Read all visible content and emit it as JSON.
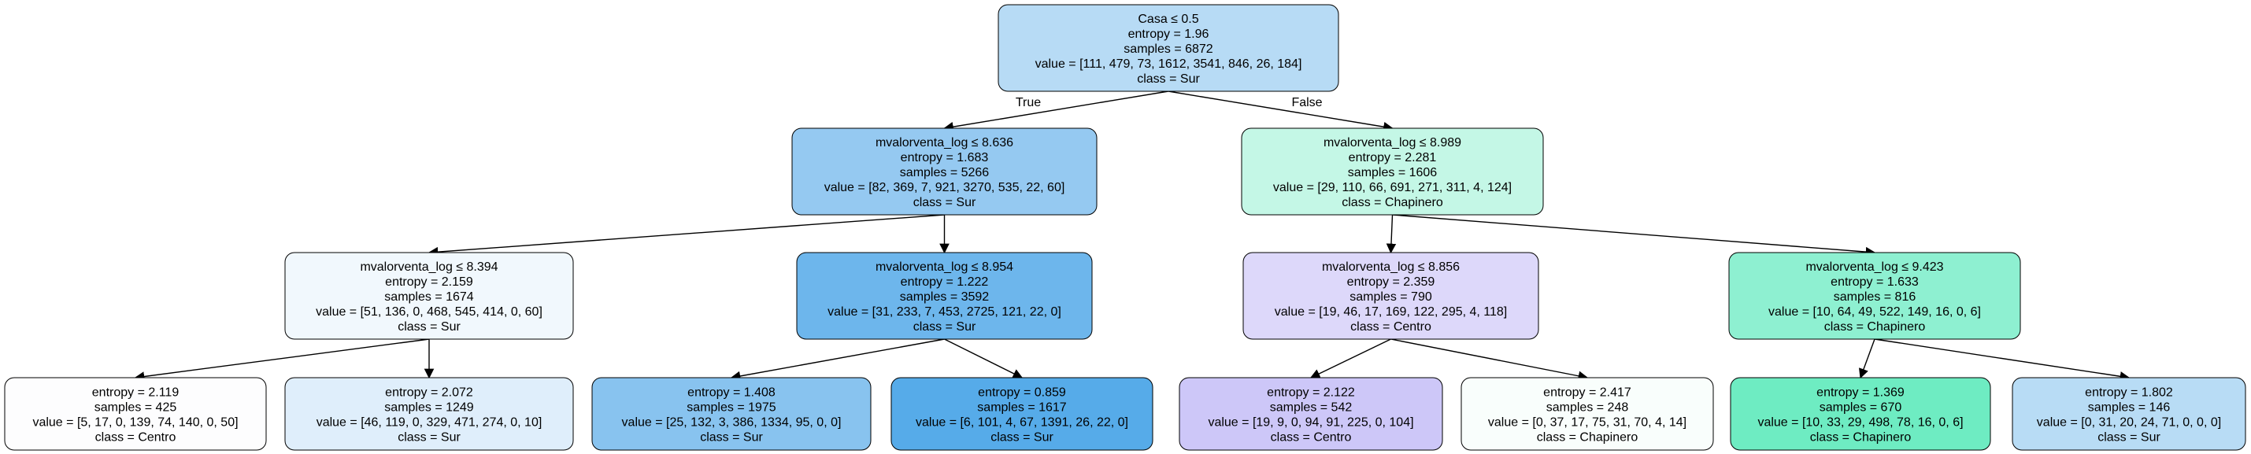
{
  "nodes": [
    {
      "id": "n0",
      "fill": "#b7dbf5",
      "lines": [
        "Casa ≤ 0.5",
        "entropy = 1.96",
        "samples = 6872",
        "value = [111, 479, 73, 1612, 3541, 846, 26, 184]",
        "class = Sur"
      ]
    },
    {
      "id": "n1",
      "fill": "#95c9f1",
      "lines": [
        "mvalorventa_log ≤ 8.636",
        "entropy = 1.683",
        "samples = 5266",
        "value = [82, 369, 7, 921, 3270, 535, 22, 60]",
        "class = Sur"
      ]
    },
    {
      "id": "n2",
      "fill": "#c4f7e6",
      "lines": [
        "mvalorventa_log ≤ 8.989",
        "entropy = 2.281",
        "samples = 1606",
        "value = [29, 110, 66, 691, 271, 311, 4, 124]",
        "class = Chapinero"
      ]
    },
    {
      "id": "n3",
      "fill": "#f1f8fd",
      "lines": [
        "mvalorventa_log ≤ 8.394",
        "entropy = 2.159",
        "samples = 1674",
        "value = [51, 136, 0, 468, 545, 414, 0, 60]",
        "class = Sur"
      ]
    },
    {
      "id": "n4",
      "fill": "#6db6ec",
      "lines": [
        "mvalorventa_log ≤ 8.954",
        "entropy = 1.222",
        "samples = 3592",
        "value = [31, 233, 7, 453, 2725, 121, 22, 0]",
        "class = Sur"
      ]
    },
    {
      "id": "n5",
      "fill": "#ddd8fa",
      "lines": [
        "mvalorventa_log ≤ 8.856",
        "entropy = 2.359",
        "samples = 790",
        "value = [19, 46, 17, 169, 122, 295, 4, 118]",
        "class = Centro"
      ]
    },
    {
      "id": "n6",
      "fill": "#8ef0d1",
      "lines": [
        "mvalorventa_log ≤ 9.423",
        "entropy = 1.633",
        "samples = 816",
        "value = [10, 64, 49, 522, 149, 16, 0, 6]",
        "class = Chapinero"
      ]
    },
    {
      "id": "n7",
      "fill": "#fdfdfe",
      "lines": [
        "entropy = 2.119",
        "samples = 425",
        "value = [5, 17, 0, 139, 74, 140, 0, 50]",
        "class = Centro"
      ]
    },
    {
      "id": "n8",
      "fill": "#dfeefb",
      "lines": [
        "entropy = 2.072",
        "samples = 1249",
        "value = [46, 119, 0, 329, 471, 274, 0, 10]",
        "class = Sur"
      ]
    },
    {
      "id": "n9",
      "fill": "#88c3ef",
      "lines": [
        "entropy = 1.408",
        "samples = 1975",
        "value = [25, 132, 3, 386, 1334, 95, 0, 0]",
        "class = Sur"
      ]
    },
    {
      "id": "n10",
      "fill": "#56abe9",
      "lines": [
        "entropy = 0.859",
        "samples = 1617",
        "value = [6, 101, 4, 67, 1391, 26, 22, 0]",
        "class = Sur"
      ]
    },
    {
      "id": "n11",
      "fill": "#cdc7f8",
      "lines": [
        "entropy = 2.122",
        "samples = 542",
        "value = [19, 9, 0, 94, 91, 225, 0, 104]",
        "class = Centro"
      ]
    },
    {
      "id": "n12",
      "fill": "#f9fefc",
      "lines": [
        "entropy = 2.417",
        "samples = 248",
        "value = [0, 37, 17, 75, 31, 70, 4, 14]",
        "class = Chapinero"
      ]
    },
    {
      "id": "n13",
      "fill": "#6eecc2",
      "lines": [
        "entropy = 1.369",
        "samples = 670",
        "value = [10, 33, 29, 498, 78, 16, 0, 6]",
        "class = Chapinero"
      ]
    },
    {
      "id": "n14",
      "fill": "#b8dcf5",
      "lines": [
        "entropy = 1.802",
        "samples = 146",
        "value = [0, 31, 20, 24, 71, 0, 0, 0]",
        "class = Sur"
      ]
    }
  ],
  "edges": [
    {
      "from": "n0",
      "to": "n1",
      "label": "True"
    },
    {
      "from": "n0",
      "to": "n2",
      "label": "False"
    },
    {
      "from": "n1",
      "to": "n3",
      "label": ""
    },
    {
      "from": "n1",
      "to": "n4",
      "label": ""
    },
    {
      "from": "n2",
      "to": "n5",
      "label": ""
    },
    {
      "from": "n2",
      "to": "n6",
      "label": ""
    },
    {
      "from": "n3",
      "to": "n7",
      "label": ""
    },
    {
      "from": "n3",
      "to": "n8",
      "label": ""
    },
    {
      "from": "n4",
      "to": "n9",
      "label": ""
    },
    {
      "from": "n4",
      "to": "n10",
      "label": ""
    },
    {
      "from": "n5",
      "to": "n11",
      "label": ""
    },
    {
      "from": "n5",
      "to": "n12",
      "label": ""
    },
    {
      "from": "n6",
      "to": "n13",
      "label": ""
    },
    {
      "from": "n6",
      "to": "n14",
      "label": ""
    }
  ]
}
